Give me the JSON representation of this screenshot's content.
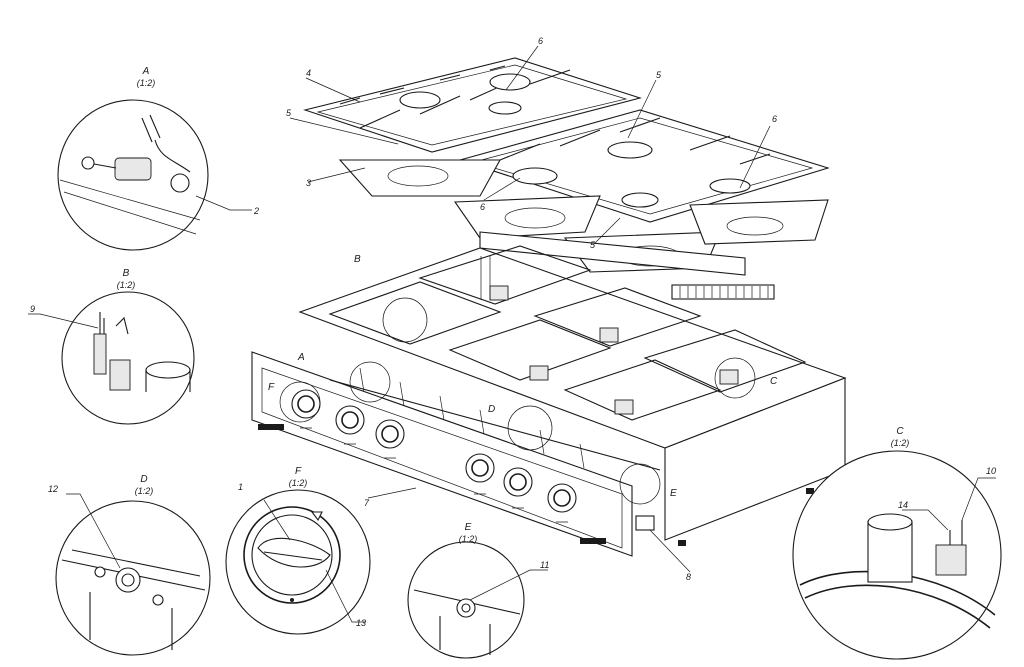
{
  "detail_views": {
    "A": {
      "letter": "A",
      "scale": "(1:2)"
    },
    "B": {
      "letter": "B",
      "scale": "(1:2)"
    },
    "C": {
      "letter": "C",
      "scale": "(1:2)"
    },
    "D": {
      "letter": "D",
      "scale": "(1:2)"
    },
    "E": {
      "letter": "E",
      "scale": "(1:2)"
    },
    "F": {
      "letter": "F",
      "scale": "(1:2)"
    }
  },
  "view_markers": {
    "A": "A",
    "B": "B",
    "C": "C",
    "D": "D",
    "E": "E",
    "F": "F"
  },
  "callouts": {
    "c1": "1",
    "c2": "2",
    "c3": "3",
    "c4": "4",
    "c5a": "5",
    "c5b": "5",
    "c5c": "5",
    "c6a": "6",
    "c6b": "6",
    "c6c": "6",
    "c7": "7",
    "c8": "8",
    "c9": "9",
    "c10": "10",
    "c11": "11",
    "c12": "12",
    "c13": "13",
    "c14": "14"
  }
}
